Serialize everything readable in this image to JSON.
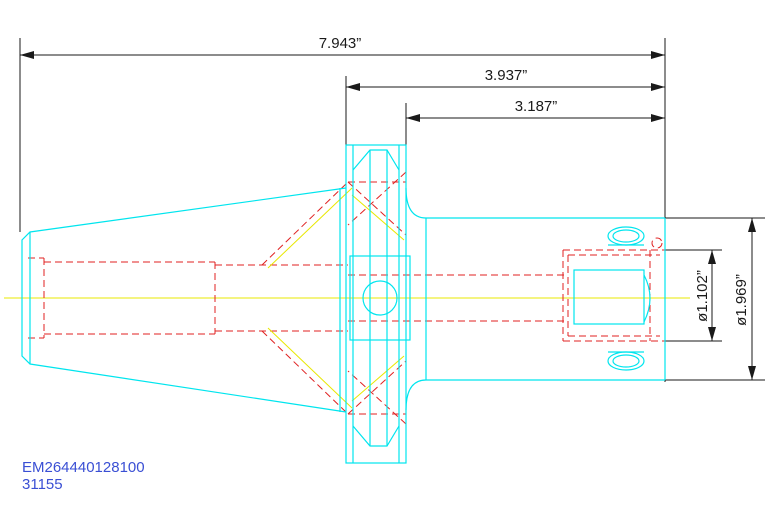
{
  "drawing": {
    "dimensions": {
      "overall_length": "7.943”",
      "flange_to_end": "3.937”",
      "shank_length": "3.187”",
      "bore_diameter": "ø1.102”",
      "outer_diameter": "ø1.969”"
    },
    "part_number": "EM264440128100",
    "part_sub_number": "31155",
    "colors": {
      "outline": "#00e5ee",
      "hidden": "#e02020",
      "center": "#e8e800",
      "dimension": "#1a1a1a",
      "label": "#3a4fd4"
    }
  }
}
